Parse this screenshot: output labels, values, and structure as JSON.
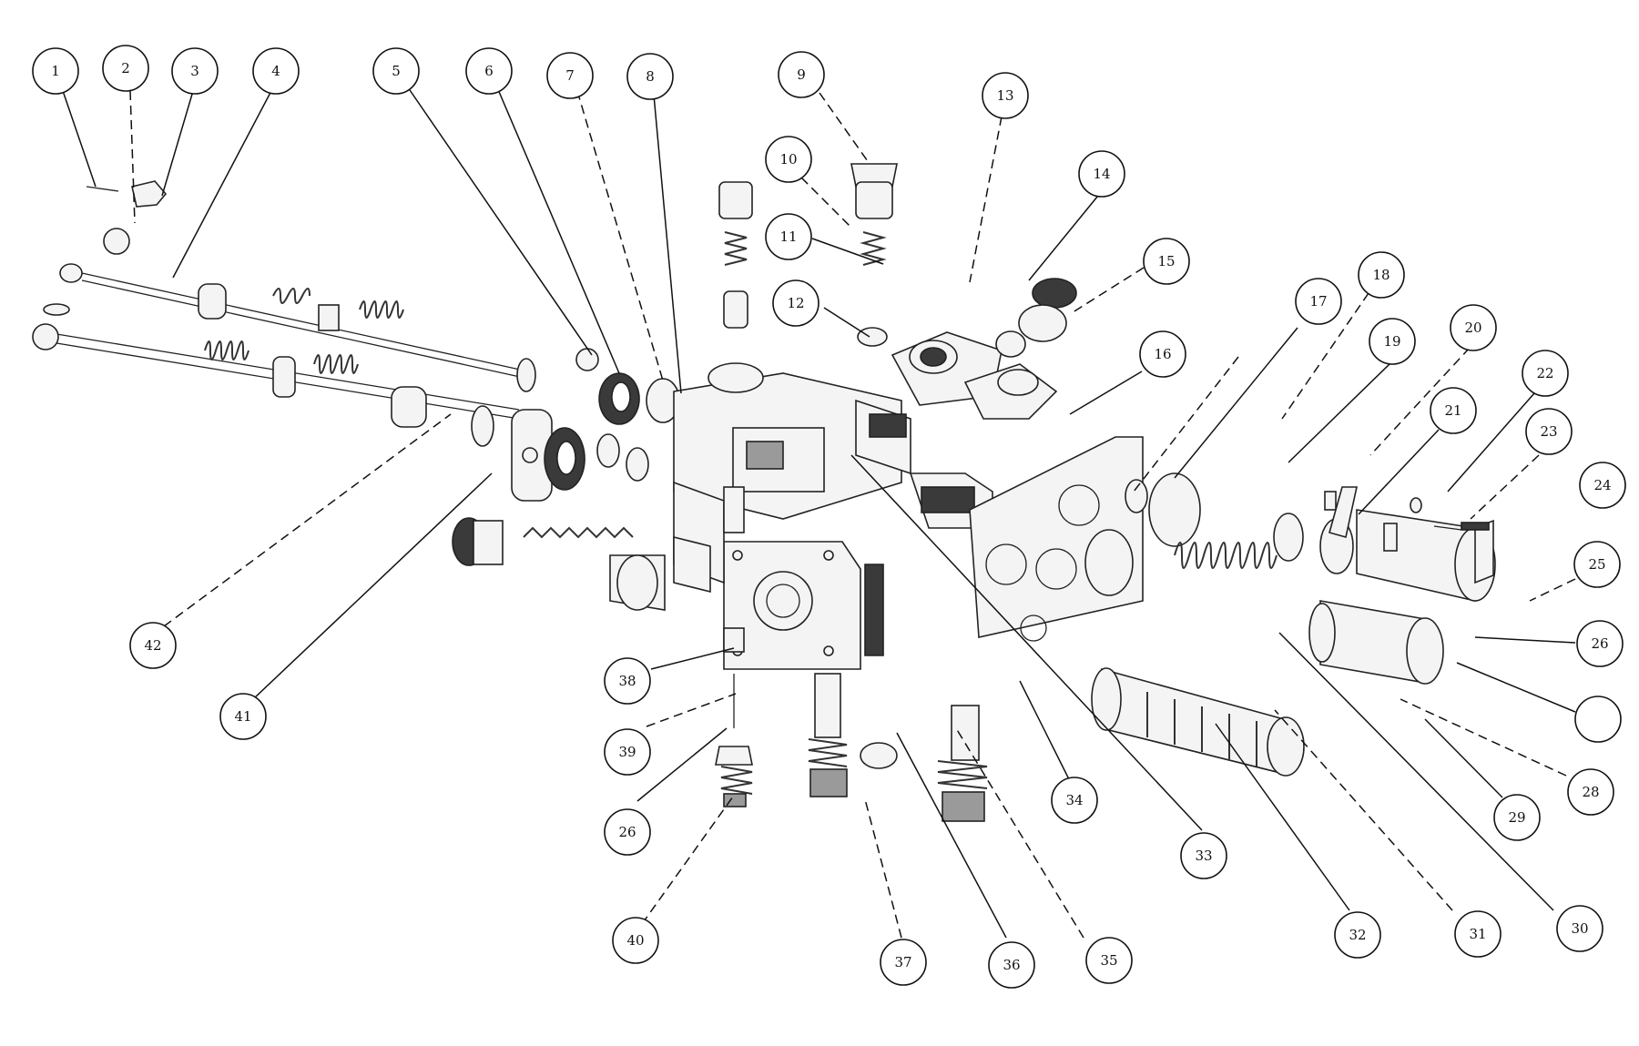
{
  "callouts": [
    "1",
    "2",
    "3",
    "4",
    "5",
    "6",
    "7",
    "8",
    "9",
    "10",
    "11",
    "12",
    "13",
    "14",
    "15",
    "16",
    "17",
    "18",
    "19",
    "20",
    "21",
    "22",
    "23",
    "24",
    "25",
    "26",
    "",
    "28",
    "29",
    "30",
    "31",
    "32",
    "33",
    "34",
    "35",
    "36",
    "37",
    "38",
    "39",
    "26",
    "40",
    "41",
    "42"
  ]
}
